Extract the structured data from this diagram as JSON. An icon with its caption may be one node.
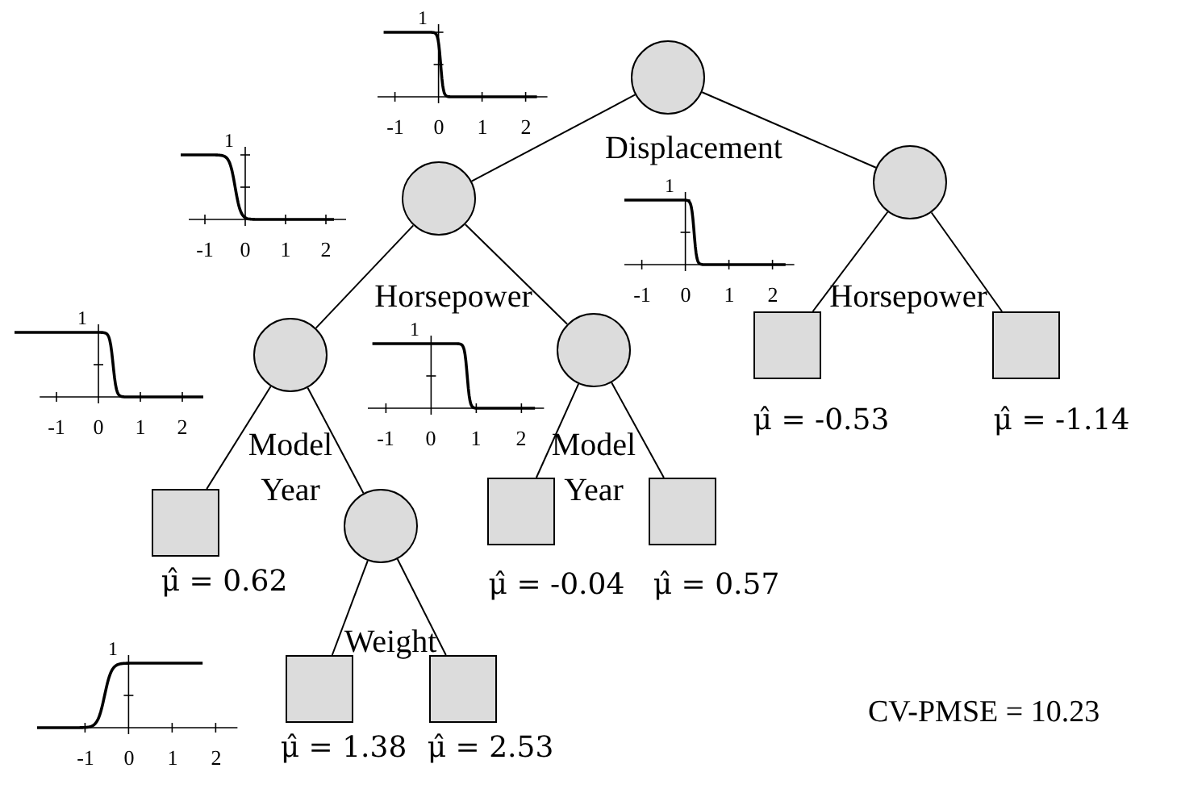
{
  "diagram": {
    "nodes": [
      {
        "text": [],
        "shape": "circle"
      },
      {
        "text": [],
        "shape": "circle"
      },
      {
        "text": [],
        "shape": "circle"
      },
      {
        "text": [],
        "shape": "circle"
      },
      {
        "text": [],
        "shape": "circle"
      },
      {
        "text": [],
        "shape": "box",
        "beside": [
          "μ̂ = 0.62"
        ]
      },
      {
        "text": [],
        "shape": "circle"
      },
      {
        "text": [],
        "shape": "box",
        "beside": [
          "μ̂ = -0.04"
        ]
      },
      {
        "text": [],
        "shape": "box",
        "beside": [
          "μ̂ = 0.57"
        ]
      },
      {
        "text": [],
        "shape": "box",
        "beside": [
          "μ̂ = -0.53"
        ]
      },
      {
        "text": [],
        "shape": "box",
        "beside": [
          "μ̂ = -1.14"
        ]
      },
      {
        "text": [],
        "shape": "box",
        "beside": [
          "μ̂ = 1.38"
        ]
      },
      {
        "text": [],
        "shape": "box",
        "beside": [
          "μ̂ = 2.53"
        ]
      }
    ],
    "edges": [
      {
        "from": 0,
        "to": 1,
        "arrow": "none"
      },
      {
        "from": 0,
        "to": 2,
        "arrow": "none"
      },
      {
        "from": 1,
        "to": 3,
        "arrow": "none"
      },
      {
        "from": 1,
        "to": 4,
        "arrow": "none"
      },
      {
        "from": 2,
        "to": 9,
        "arrow": "none"
      },
      {
        "from": 2,
        "to": 10,
        "arrow": "none"
      },
      {
        "from": 3,
        "to": 5,
        "arrow": "none"
      },
      {
        "from": 3,
        "to": 6,
        "arrow": "none"
      },
      {
        "from": 4,
        "to": 7,
        "arrow": "none"
      },
      {
        "from": 4,
        "to": 8,
        "arrow": "none"
      },
      {
        "from": 6,
        "to": 11,
        "arrow": "none"
      },
      {
        "from": 6,
        "to": 12,
        "arrow": "none"
      }
    ],
    "labels": [
      "1",
      "-1",
      "0",
      "1",
      "2",
      "1",
      "-1",
      "0",
      "1",
      "2",
      "1",
      "-1",
      "0",
      "1",
      "2",
      "1",
      "-1",
      "0",
      "1",
      "2",
      "1",
      "-1",
      "0",
      "1",
      "2",
      "1",
      "-1",
      "0",
      "1",
      "2",
      "Displacement",
      "Horsepower",
      "Horsepower",
      "Model Year",
      "Model Year",
      "Weight",
      "CV-PMSE = 10.23"
    ]
  }
}
